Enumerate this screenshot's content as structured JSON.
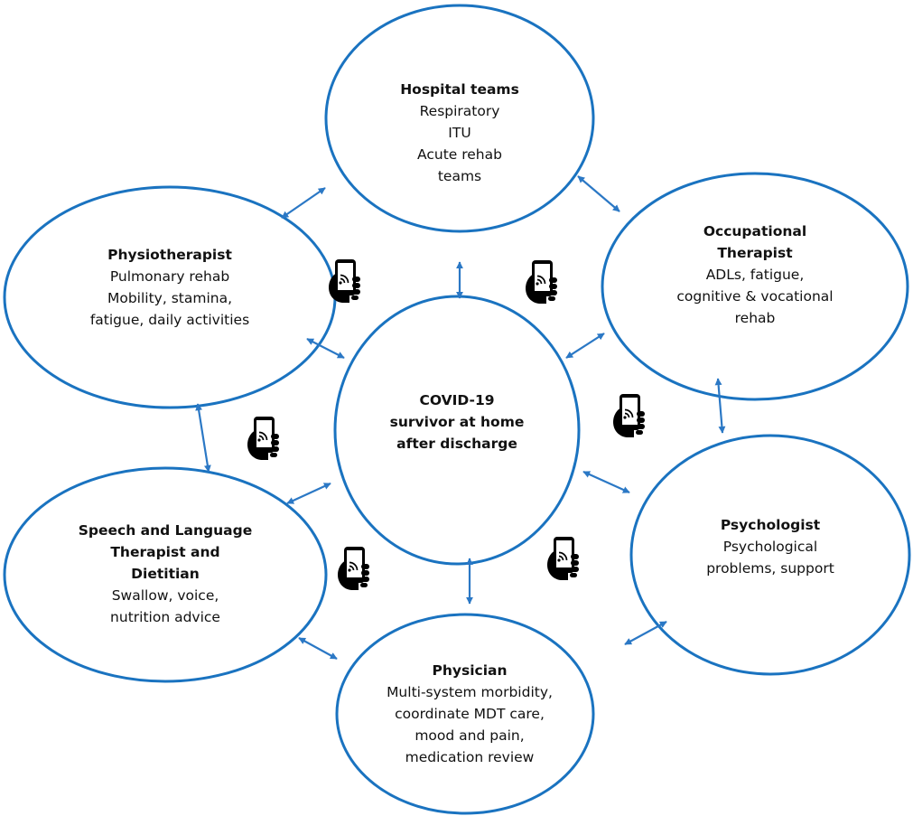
{
  "colors": {
    "ellipse_stroke": "#1a73c0",
    "arrow": "#2b78c5",
    "text": "#111111",
    "phone_icon": "#000000"
  },
  "nodes": {
    "center": {
      "title_lines": [
        "COVID-19",
        "survivor at home",
        "after discharge"
      ],
      "lines": []
    },
    "hospital": {
      "title_lines": [
        "Hospital teams"
      ],
      "lines": [
        "Respiratory",
        "ITU",
        "Acute rehab",
        "teams"
      ]
    },
    "occupational": {
      "title_lines": [
        "Occupational",
        "Therapist"
      ],
      "lines": [
        "ADLs, fatigue,",
        "cognitive & vocational",
        "rehab"
      ]
    },
    "physio": {
      "title_lines": [
        "Physiotherapist"
      ],
      "lines": [
        "Pulmonary rehab",
        "Mobility, stamina,",
        "fatigue, daily activities"
      ]
    },
    "psychologist": {
      "title_lines": [
        "Psychologist"
      ],
      "lines": [
        "Psychological",
        "problems, support"
      ]
    },
    "speech": {
      "title_lines": [
        "Speech and Language",
        "Therapist and",
        "Dietitian"
      ],
      "lines": [
        "Swallow, voice,",
        "nutrition advice"
      ]
    },
    "physician": {
      "title_lines": [
        "Physician"
      ],
      "lines": [
        "Multi-system morbidity,",
        "coordinate MDT care,",
        "mood and pain,",
        "medication review"
      ]
    }
  },
  "icons": [
    "phone-in-hand-icon",
    "phone-in-hand-icon",
    "phone-in-hand-icon",
    "phone-in-hand-icon",
    "phone-in-hand-icon",
    "phone-in-hand-icon"
  ]
}
